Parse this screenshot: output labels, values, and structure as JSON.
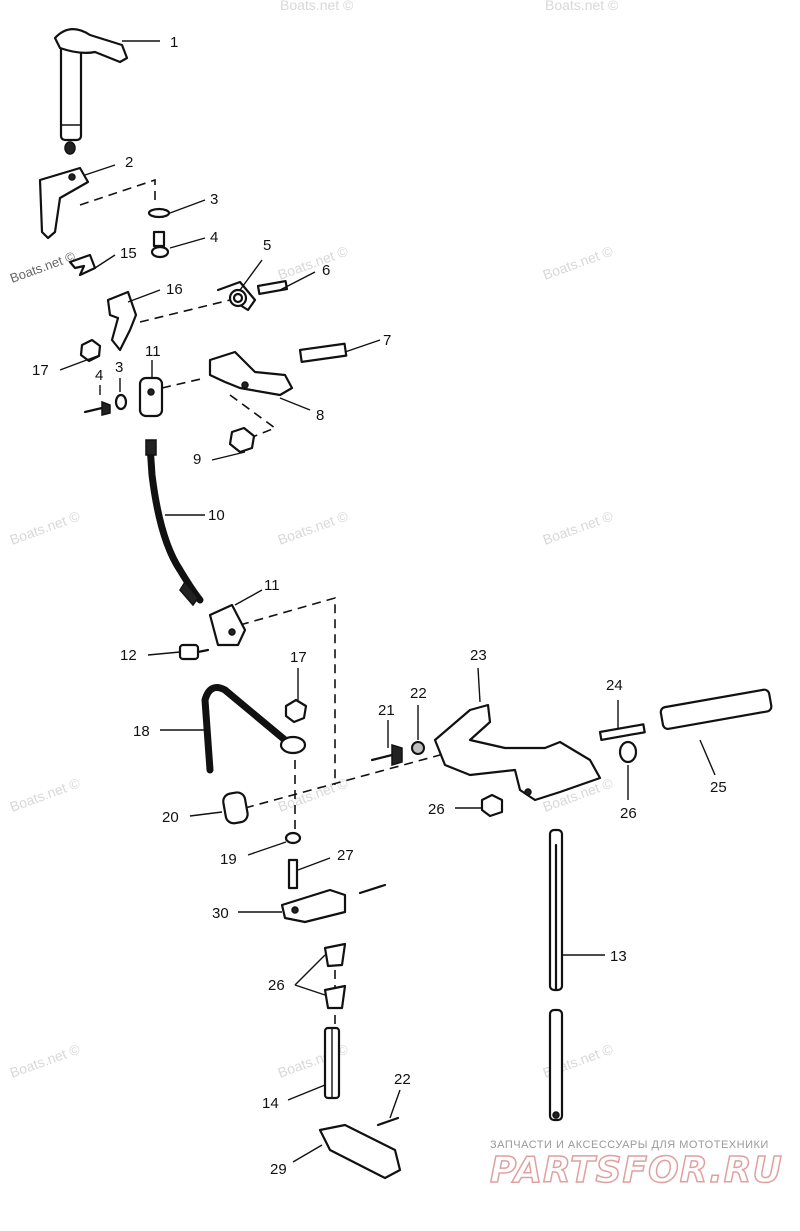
{
  "watermark": "Boats.net ©",
  "labels": {
    "l1": "1",
    "l2": "2",
    "l3a": "3",
    "l4a": "4",
    "l5": "5",
    "l6": "6",
    "l15": "15",
    "l16": "16",
    "l17a": "17",
    "l11a": "11",
    "l7": "7",
    "l3b": "3",
    "l4b": "4",
    "l8": "8",
    "l9": "9",
    "l10": "10",
    "l11b": "11",
    "l12": "12",
    "l17b": "17",
    "l22a": "22",
    "l23": "23",
    "l24": "24",
    "l21": "21",
    "l18": "18",
    "l25": "25",
    "l26a": "26",
    "l26b": "26",
    "l20": "20",
    "l19": "19",
    "l27": "27",
    "l30": "30",
    "l13": "13",
    "l26c": "26",
    "l14": "14",
    "l22b": "22",
    "l29": "29"
  },
  "footer": {
    "tagline": "ЗАПЧАСТИ И АКСЕССУАРЫ ДЛЯ МОТОТЕХНИКИ",
    "brand": "PARTSFOR.RU"
  }
}
